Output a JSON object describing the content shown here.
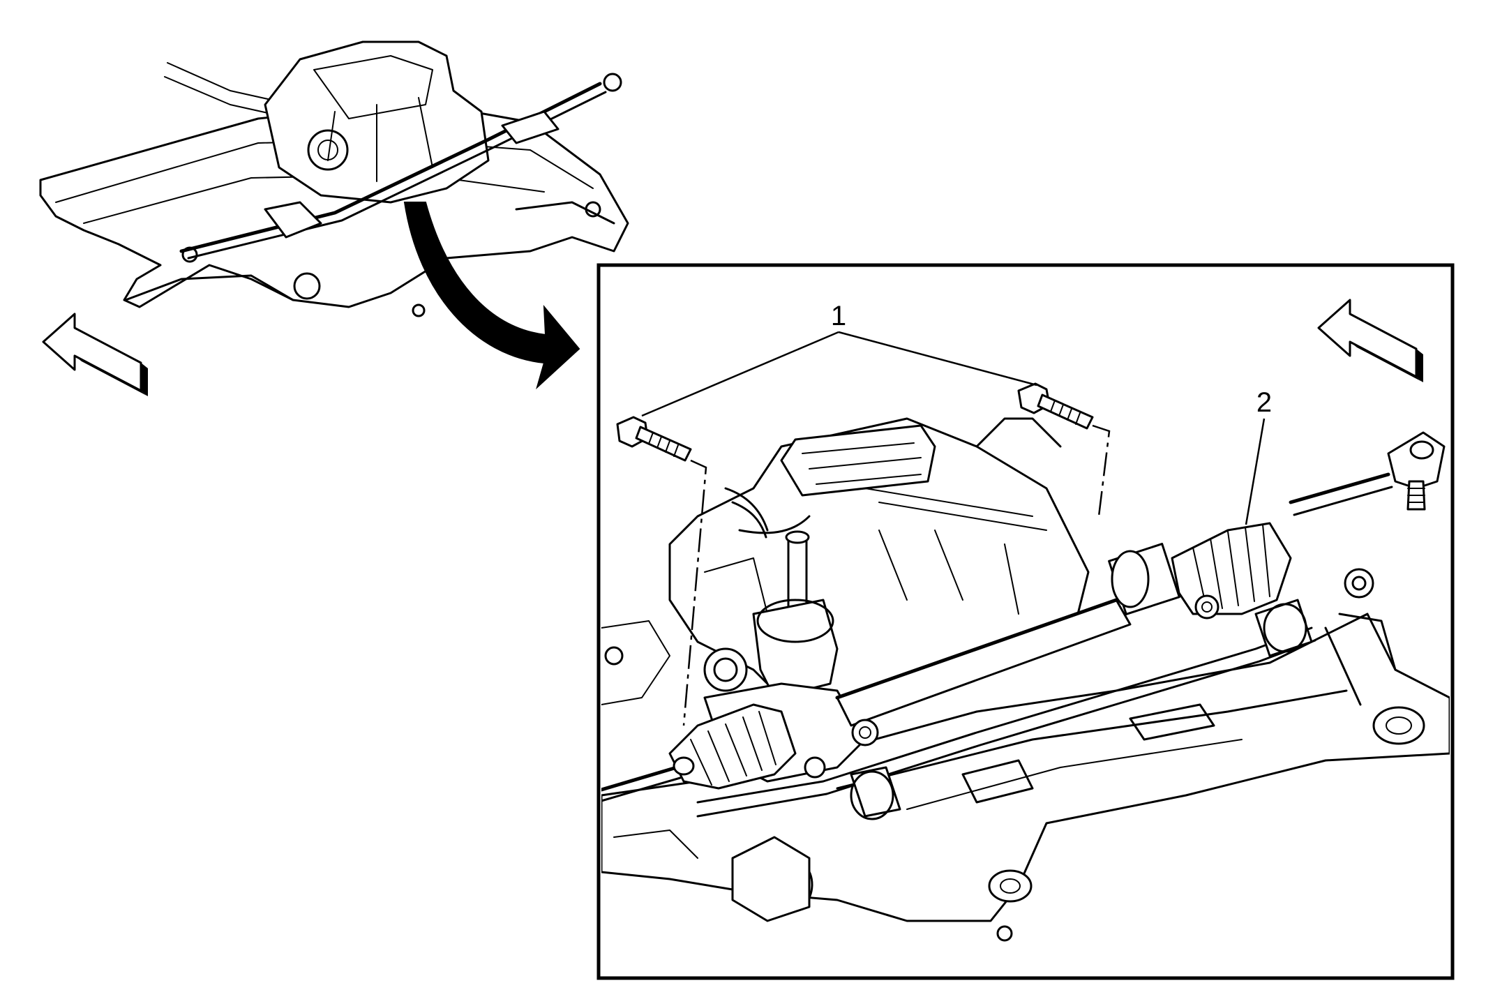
{
  "figure": {
    "callouts": [
      {
        "number": "1",
        "target": "steering-gear-bolts"
      },
      {
        "number": "2",
        "target": "steering-gear"
      }
    ],
    "icons": {
      "overview": "subframe-overview-icon",
      "detail_frame": "detail-view-frame",
      "transition_arrow": "curved-arrow-icon",
      "front_arrow_left": "front-direction-arrow-icon",
      "front_arrow_right": "front-direction-arrow-icon"
    },
    "colors": {
      "line": "#000000",
      "background": "#ffffff"
    }
  }
}
